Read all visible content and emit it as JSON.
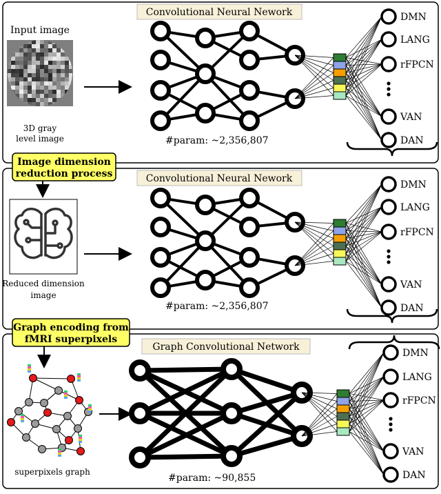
{
  "panel1": {
    "input_label": "Input image",
    "input_caption_line1": "3D gray",
    "input_caption_line2": "level image",
    "network_title": "Convolutional Neural Nework",
    "param_text": "#param: ~2,356,807"
  },
  "callout1": {
    "line1": "Image dimension",
    "line2": "reduction process"
  },
  "panel2": {
    "caption_line1": "Reduced dimension",
    "caption_line2": "image",
    "network_title": "Convolutional Neural Nework",
    "param_text": "#param: ~2,356,807"
  },
  "callout2": {
    "line1": "Graph encoding from",
    "line2": "fMRI superpixels"
  },
  "panel3": {
    "caption": "superpixels graph",
    "network_title": "Graph Convolutional Network",
    "param_text": "#param: ~90,855"
  },
  "outputs": [
    "DMN",
    "LANG",
    "rFPCN",
    "VAN",
    "DAN"
  ],
  "colors": {
    "callout_fill": "#ffff66",
    "title_fill": "#f8f1d9",
    "feature_vector": [
      "#2e7d32",
      "#8fa3e8",
      "#f5a000",
      "#4e7052",
      "#f7f75a",
      "#a8e8c0"
    ],
    "graph_red": "#e21b1b",
    "graph_gray": "#9a9a9a"
  }
}
